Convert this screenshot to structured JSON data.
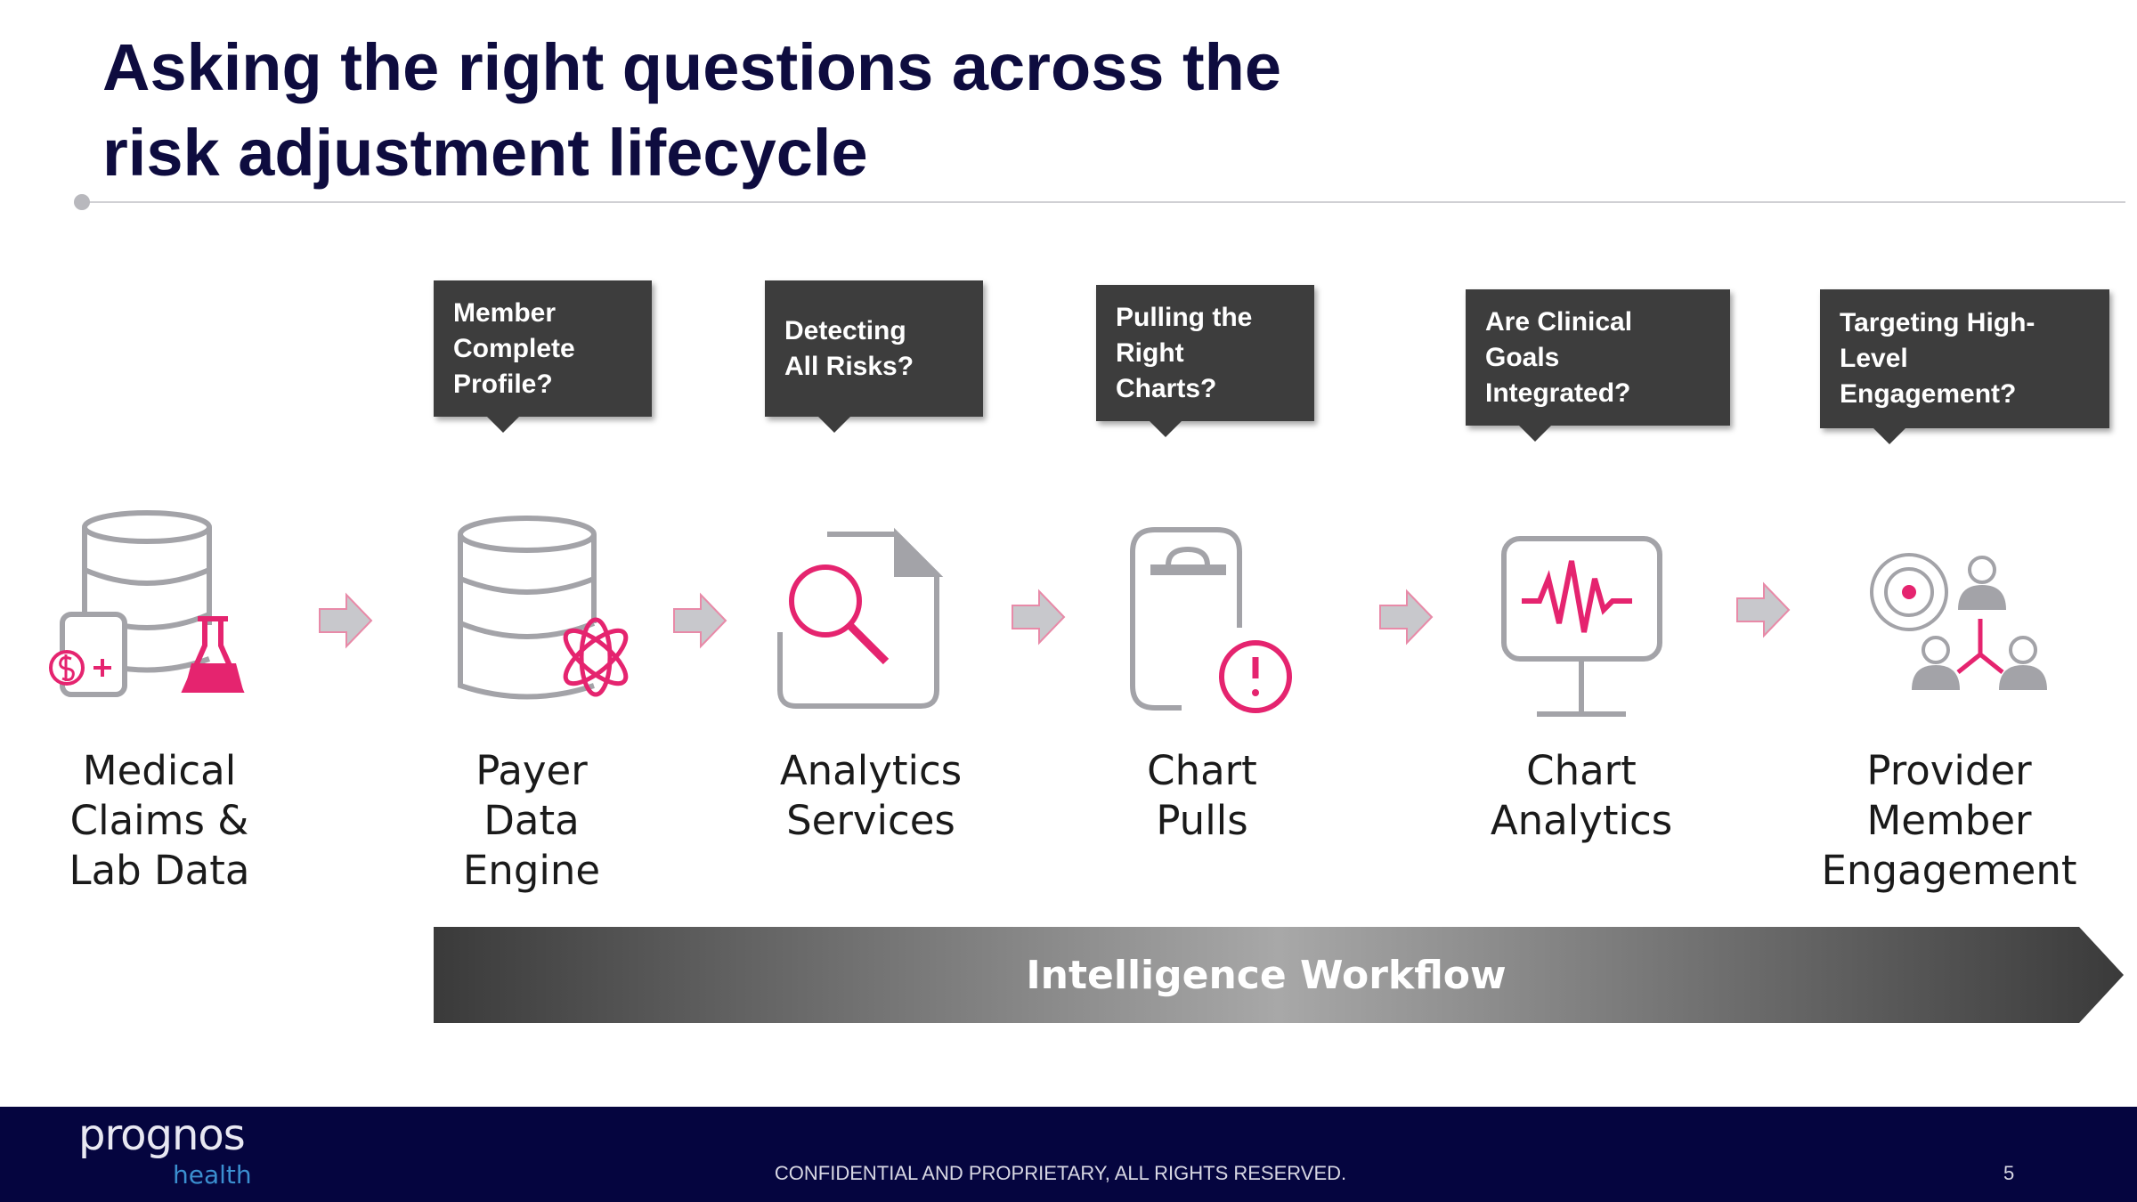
{
  "slide": {
    "title_line1": "Asking the right questions across the",
    "title_line2": "risk adjustment lifecycle",
    "callouts": [
      {
        "lines": [
          "Member",
          "Complete",
          "Profile?"
        ]
      },
      {
        "lines": [
          "Detecting",
          "All Risks?"
        ]
      },
      {
        "lines": [
          "Pulling the",
          "Right",
          "Charts?"
        ]
      },
      {
        "lines": [
          "Are Clinical",
          "Goals",
          "Integrated?"
        ]
      },
      {
        "lines": [
          "Targeting High-",
          "Level",
          "Engagement?"
        ]
      }
    ],
    "steps": [
      {
        "lines": [
          "Medical",
          "Claims &",
          "Lab Data"
        ],
        "icon": "database-lab-icon"
      },
      {
        "lines": [
          "Payer",
          "Data",
          "Engine"
        ],
        "icon": "database-atom-icon"
      },
      {
        "lines": [
          "Analytics",
          "Services"
        ],
        "icon": "document-search-icon"
      },
      {
        "lines": [
          "Chart",
          "Pulls"
        ],
        "icon": "clipboard-alert-icon"
      },
      {
        "lines": [
          "Chart",
          "Analytics"
        ],
        "icon": "monitor-waveform-icon"
      },
      {
        "lines": [
          "Provider",
          "Member",
          "Engagement"
        ],
        "icon": "target-people-icon"
      }
    ],
    "workflow_label": "Intelligence Workflow"
  },
  "footer": {
    "logo_main": "prognos",
    "logo_sub": "health",
    "confidential": "CONFIDENTIAL AND PROPRIETARY, ALL RIGHTS RESERVED.",
    "page_number": "5"
  },
  "colors": {
    "accent": "#e5246f",
    "gray": "#a3a3a8",
    "navy": "#05053f",
    "title": "#0e0c3f"
  }
}
